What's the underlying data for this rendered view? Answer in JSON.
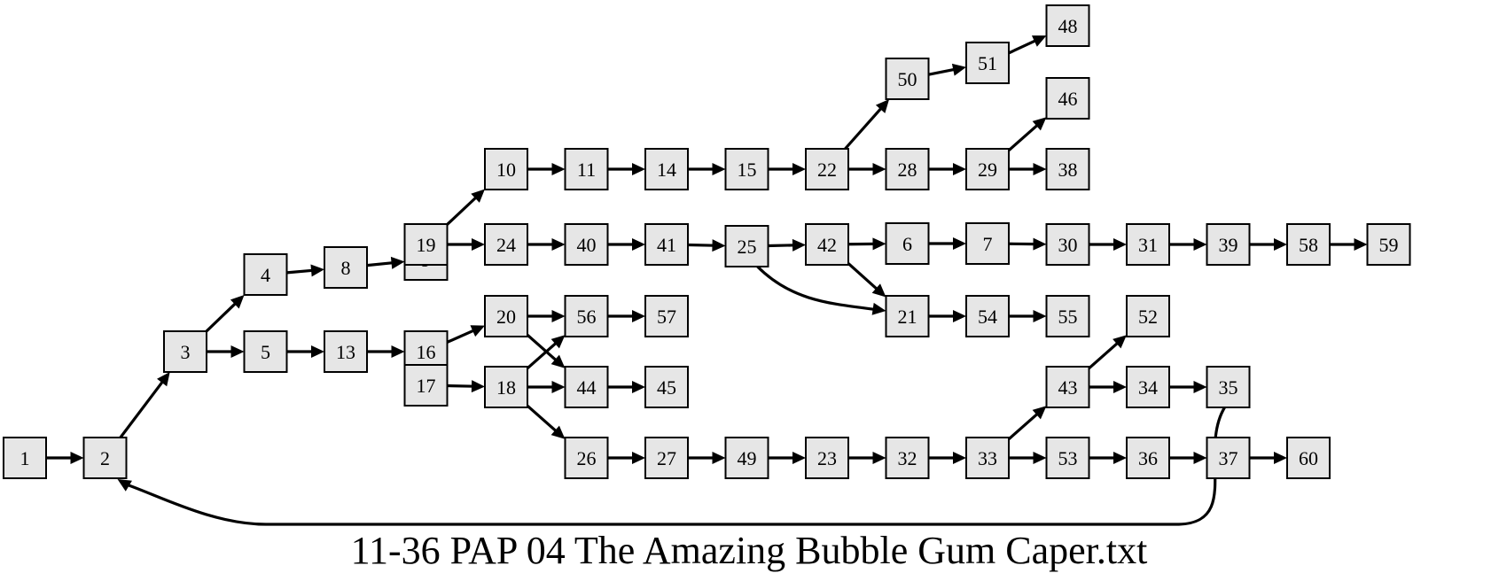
{
  "diagram": {
    "caption": "11-36 PAP 04 The Amazing Bubble Gum Caper.txt",
    "colors": {
      "node_fill": "#e6e6e6",
      "stroke": "#000000",
      "background": "#ffffff"
    },
    "nodes": [
      {
        "id": "1",
        "label": "1"
      },
      {
        "id": "2",
        "label": "2"
      },
      {
        "id": "3",
        "label": "3"
      },
      {
        "id": "4",
        "label": "4"
      },
      {
        "id": "5",
        "label": "5"
      },
      {
        "id": "6",
        "label": "6"
      },
      {
        "id": "7",
        "label": "7"
      },
      {
        "id": "8",
        "label": "8"
      },
      {
        "id": "9",
        "label": "9"
      },
      {
        "id": "10",
        "label": "10"
      },
      {
        "id": "11",
        "label": "11"
      },
      {
        "id": "13",
        "label": "13"
      },
      {
        "id": "14",
        "label": "14"
      },
      {
        "id": "15",
        "label": "15"
      },
      {
        "id": "16",
        "label": "16"
      },
      {
        "id": "17",
        "label": "17"
      },
      {
        "id": "18",
        "label": "18"
      },
      {
        "id": "19",
        "label": "19"
      },
      {
        "id": "20",
        "label": "20"
      },
      {
        "id": "21",
        "label": "21"
      },
      {
        "id": "22",
        "label": "22"
      },
      {
        "id": "23",
        "label": "23"
      },
      {
        "id": "24",
        "label": "24"
      },
      {
        "id": "25",
        "label": "25"
      },
      {
        "id": "26",
        "label": "26"
      },
      {
        "id": "27",
        "label": "27"
      },
      {
        "id": "28",
        "label": "28"
      },
      {
        "id": "29",
        "label": "29"
      },
      {
        "id": "30",
        "label": "30"
      },
      {
        "id": "31",
        "label": "31"
      },
      {
        "id": "32",
        "label": "32"
      },
      {
        "id": "33",
        "label": "33"
      },
      {
        "id": "34",
        "label": "34"
      },
      {
        "id": "35",
        "label": "35"
      },
      {
        "id": "36",
        "label": "36"
      },
      {
        "id": "37",
        "label": "37"
      },
      {
        "id": "38",
        "label": "38"
      },
      {
        "id": "39",
        "label": "39"
      },
      {
        "id": "40",
        "label": "40"
      },
      {
        "id": "41",
        "label": "41"
      },
      {
        "id": "42",
        "label": "42"
      },
      {
        "id": "43",
        "label": "43"
      },
      {
        "id": "44",
        "label": "44"
      },
      {
        "id": "45",
        "label": "45"
      },
      {
        "id": "46",
        "label": "46"
      },
      {
        "id": "48",
        "label": "48"
      },
      {
        "id": "49",
        "label": "49"
      },
      {
        "id": "50",
        "label": "50"
      },
      {
        "id": "51",
        "label": "51"
      },
      {
        "id": "52",
        "label": "52"
      },
      {
        "id": "53",
        "label": "53"
      },
      {
        "id": "54",
        "label": "54"
      },
      {
        "id": "55",
        "label": "55"
      },
      {
        "id": "56",
        "label": "56"
      },
      {
        "id": "57",
        "label": "57"
      },
      {
        "id": "58",
        "label": "58"
      },
      {
        "id": "59",
        "label": "59"
      },
      {
        "id": "60",
        "label": "60"
      }
    ],
    "edges": [
      [
        "1",
        "2"
      ],
      [
        "2",
        "3"
      ],
      [
        "3",
        "4"
      ],
      [
        "3",
        "5"
      ],
      [
        "4",
        "8"
      ],
      [
        "8",
        "9"
      ],
      [
        "9",
        "19"
      ],
      [
        "19",
        "10"
      ],
      [
        "19",
        "24"
      ],
      [
        "10",
        "11"
      ],
      [
        "11",
        "14"
      ],
      [
        "14",
        "15"
      ],
      [
        "15",
        "22"
      ],
      [
        "22",
        "50"
      ],
      [
        "22",
        "28"
      ],
      [
        "50",
        "51"
      ],
      [
        "51",
        "48"
      ],
      [
        "28",
        "29"
      ],
      [
        "29",
        "46"
      ],
      [
        "29",
        "38"
      ],
      [
        "24",
        "40"
      ],
      [
        "40",
        "41"
      ],
      [
        "41",
        "25"
      ],
      [
        "25",
        "42"
      ],
      [
        "25",
        "21"
      ],
      [
        "42",
        "6"
      ],
      [
        "42",
        "21"
      ],
      [
        "6",
        "7"
      ],
      [
        "7",
        "30"
      ],
      [
        "30",
        "31"
      ],
      [
        "31",
        "39"
      ],
      [
        "39",
        "58"
      ],
      [
        "58",
        "59"
      ],
      [
        "21",
        "54"
      ],
      [
        "54",
        "55"
      ],
      [
        "5",
        "13"
      ],
      [
        "13",
        "16"
      ],
      [
        "16",
        "20"
      ],
      [
        "16",
        "17"
      ],
      [
        "20",
        "56"
      ],
      [
        "20",
        "44"
      ],
      [
        "17",
        "18"
      ],
      [
        "18",
        "56"
      ],
      [
        "18",
        "44"
      ],
      [
        "18",
        "26"
      ],
      [
        "56",
        "57"
      ],
      [
        "44",
        "45"
      ],
      [
        "26",
        "27"
      ],
      [
        "27",
        "49"
      ],
      [
        "49",
        "23"
      ],
      [
        "23",
        "32"
      ],
      [
        "32",
        "33"
      ],
      [
        "33",
        "43"
      ],
      [
        "33",
        "53"
      ],
      [
        "43",
        "52"
      ],
      [
        "43",
        "34"
      ],
      [
        "34",
        "35"
      ],
      [
        "53",
        "36"
      ],
      [
        "36",
        "37"
      ],
      [
        "37",
        "60"
      ],
      [
        "35",
        "2"
      ]
    ]
  }
}
